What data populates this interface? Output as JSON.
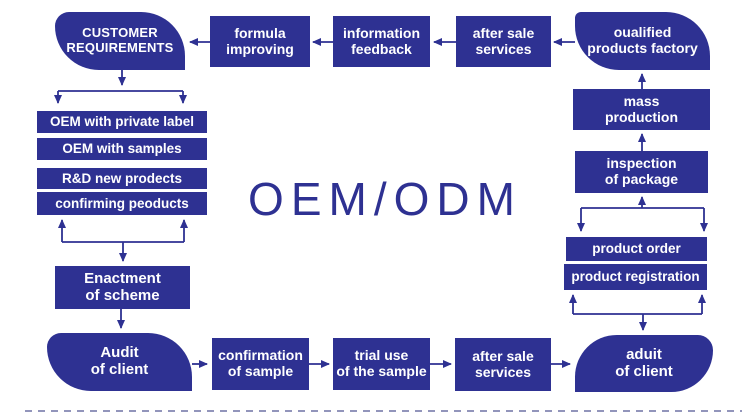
{
  "title": "OEM/ODM",
  "colors": {
    "primary_blue": "#2e3192",
    "text_white": "#ffffff",
    "dashed_line": "#9295bb"
  },
  "flow": {
    "top_row": {
      "customer_requirements": [
        "CUSTOMER",
        "REQUIREMENTS"
      ],
      "formula_improving": [
        "formula",
        "improving"
      ],
      "information_feedback": [
        "information",
        "feedback"
      ],
      "after_sale_services": [
        "after sale",
        "services"
      ],
      "qualified_products_factory": [
        "oualified",
        "products factory"
      ]
    },
    "left_column": {
      "oem_private_label": "OEM with private label",
      "oem_samples": "OEM with samples",
      "rd_new_products": "R&D new prodects",
      "confirming_products": "confirming peoducts",
      "enactment_of_scheme": [
        "Enactment",
        "of scheme"
      ],
      "audit_of_client": [
        "Audit",
        "of client"
      ]
    },
    "bottom_row": {
      "confirmation_of_sample": [
        "confirmation",
        "of sample"
      ],
      "trial_use_of_sample": [
        "trial use",
        "of the sample"
      ],
      "after_sale_services": [
        "after sale",
        "services"
      ],
      "aduit_of_client": [
        "aduit",
        "of client"
      ]
    },
    "right_column": {
      "mass_production": [
        "mass",
        "production"
      ],
      "inspection_of_package": [
        "inspection",
        "of package"
      ],
      "product_order": "product order",
      "product_registration": "product registration"
    }
  }
}
